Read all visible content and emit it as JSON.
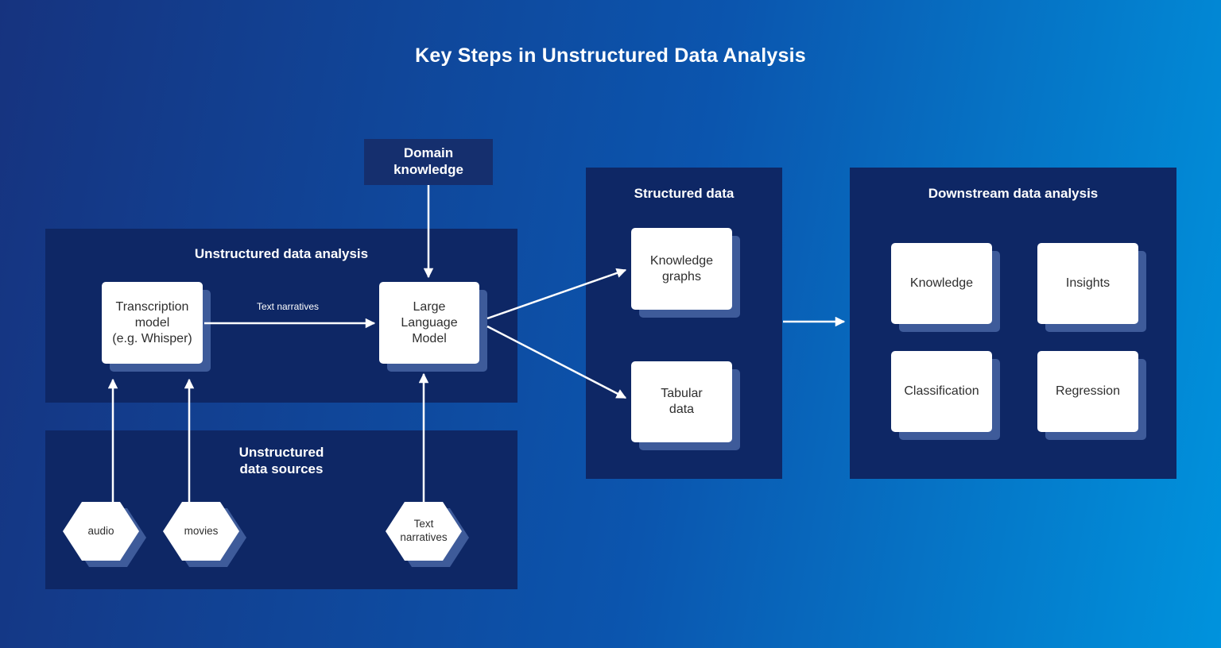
{
  "title": "Key Steps in Unstructured Data Analysis",
  "colors": {
    "bg_start": "#16337f",
    "bg_mid": "#0b55ae",
    "bg_end": "#0093dd",
    "panel": "#0e2765",
    "panel_alt": "#152f6e",
    "shadow": "#3e5b9a",
    "card_bg": "#ffffff",
    "card_text": "#2e2e2e",
    "white": "#ffffff"
  },
  "domain_knowledge": {
    "label": "Domain\nknowledge"
  },
  "analysis_panel": {
    "heading": "Unstructured data analysis",
    "transcription_card": "Transcription\nmodel\n(e.g. Whisper)",
    "llm_card": "Large\nLanguage\nModel",
    "arrow_label": "Text narratives"
  },
  "sources_panel": {
    "heading": "Unstructured\ndata sources",
    "hexagons": [
      "audio",
      "movies",
      "Text\nnarratives"
    ]
  },
  "structured_panel": {
    "heading": "Structured data",
    "knowledge_graphs_card": "Knowledge\ngraphs",
    "tabular_data_card": "Tabular\ndata"
  },
  "downstream_panel": {
    "heading": "Downstream data analysis",
    "cards": [
      "Knowledge",
      "Insights",
      "Classification",
      "Regression"
    ]
  }
}
